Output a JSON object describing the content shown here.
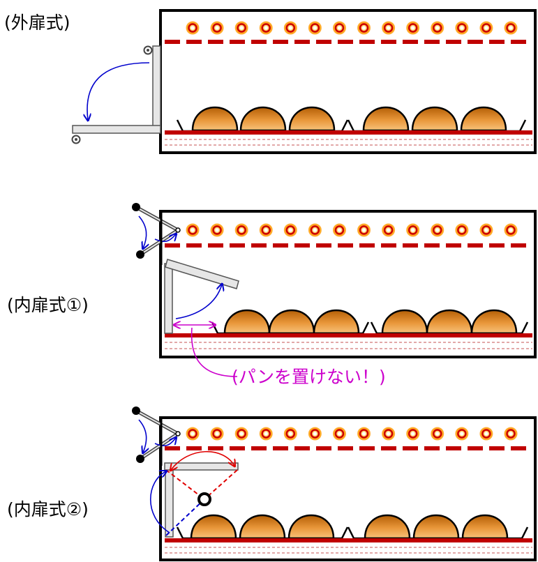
{
  "labels": {
    "outer_door": "(外扉式)",
    "inner_door_1": "(内扉式①)",
    "inner_door_2": "(内扉式②)",
    "no_bread_note": "(パンを置けない！)"
  },
  "colors": {
    "oven_outline": "#000000",
    "heater_bar": "#c00000",
    "heater_coil_outer": "#ff8c00",
    "heater_coil_ring": "#cc0000",
    "heater_coil_center": "#ffffff",
    "bread_light": "#f4b24a",
    "bread_dark": "#b45f06",
    "floor_line": "#d98c8c",
    "arrow_blue": "#0000cc",
    "arrow_red": "#e00000",
    "note_magenta": "#cc00cc",
    "door_gray": "#d9d9d9"
  }
}
